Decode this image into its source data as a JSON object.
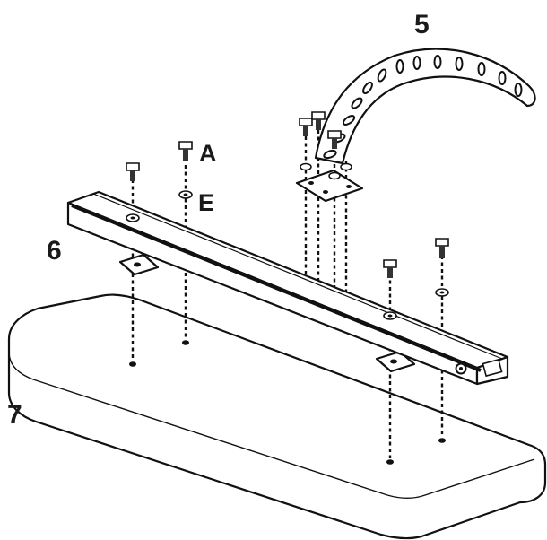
{
  "labels": {
    "part_5": "5",
    "part_6": "6",
    "part_7": "7",
    "bolt_a": "A",
    "washer_e": "E"
  }
}
